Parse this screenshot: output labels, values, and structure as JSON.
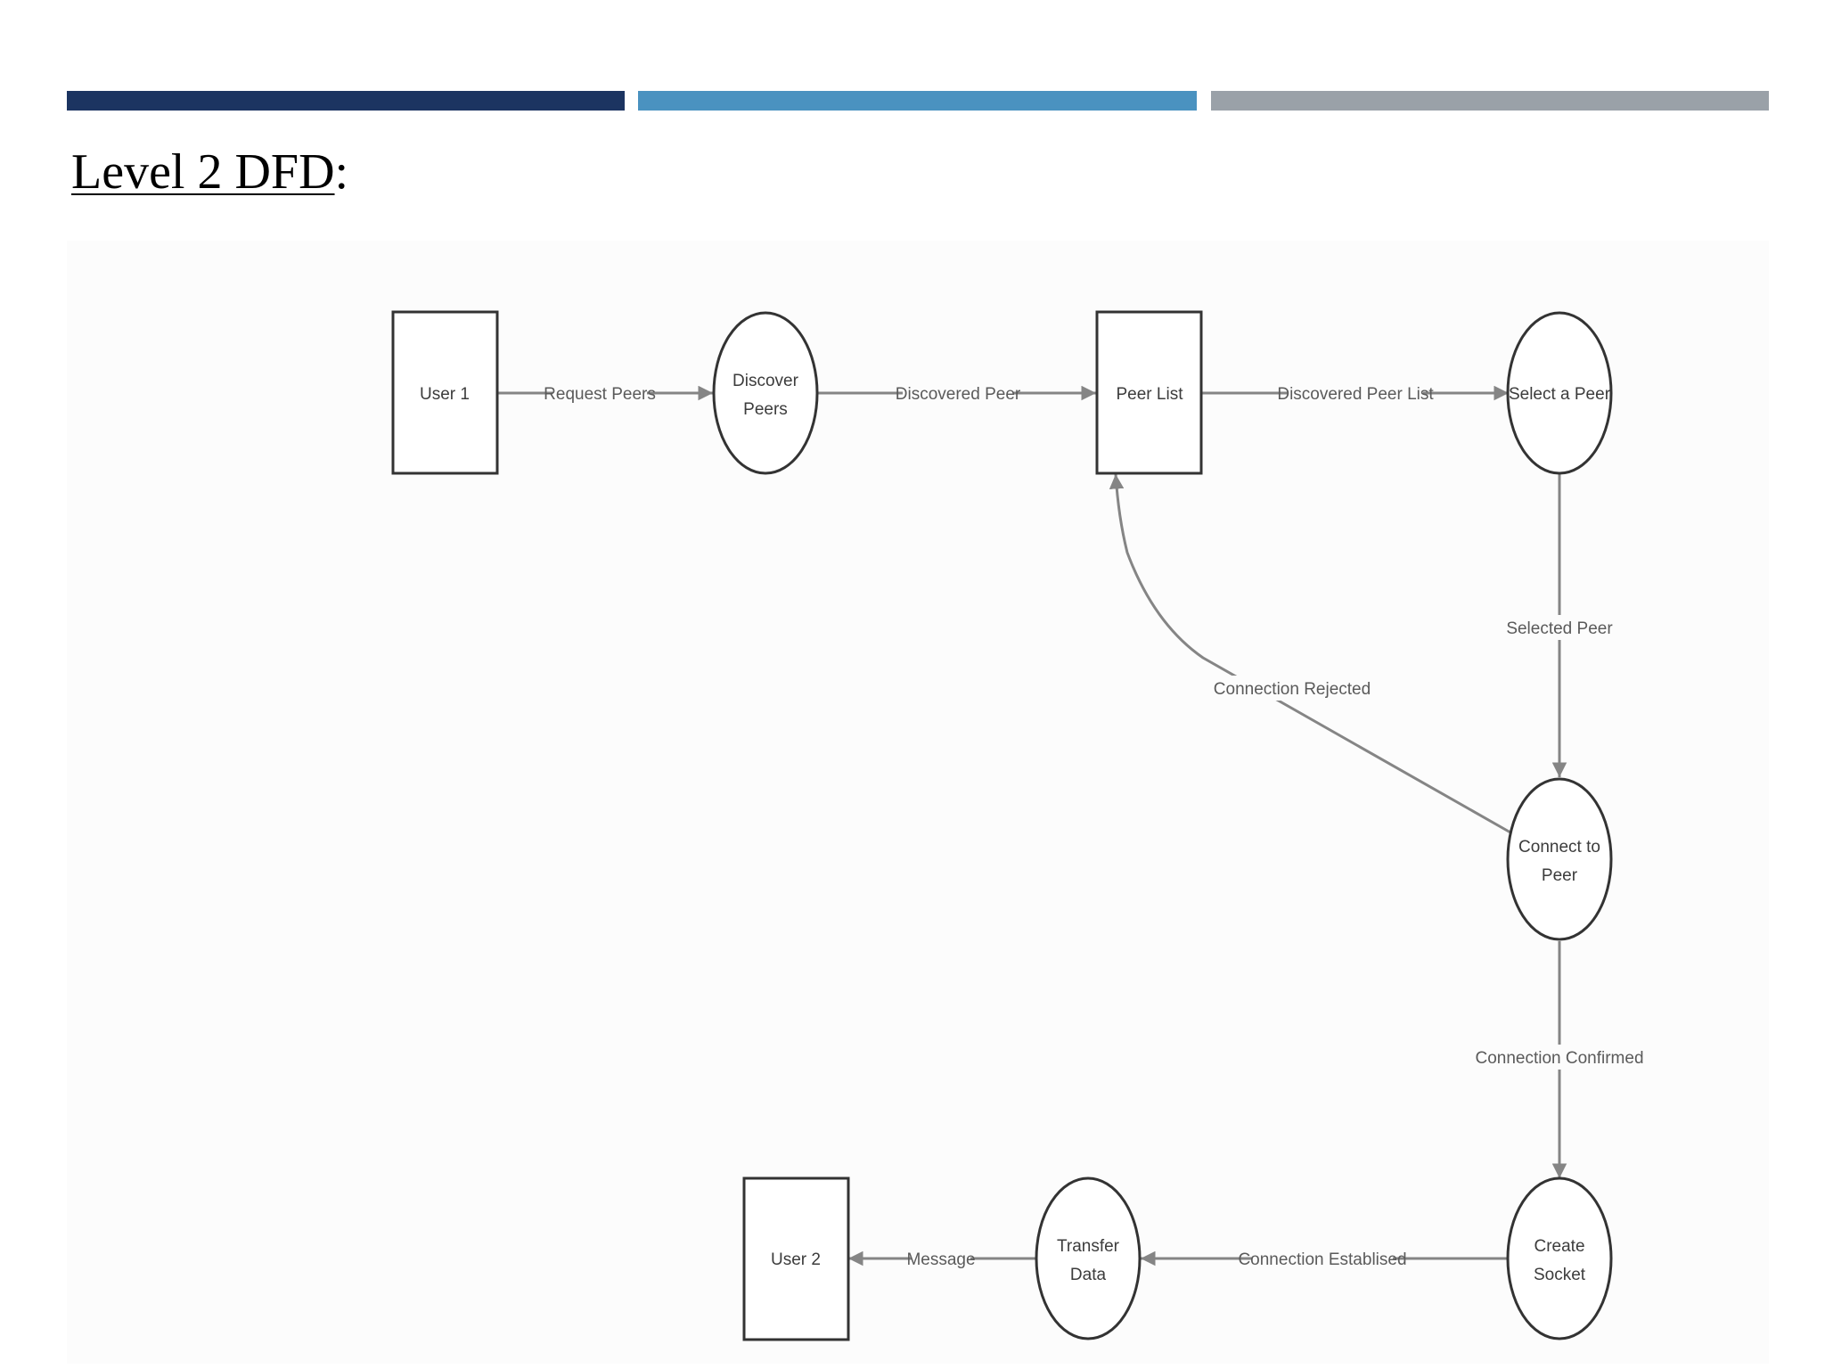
{
  "header": {
    "title": "Level 2 DFD",
    "title_suffix": ":",
    "bar_colors": [
      "#1c3461",
      "#4a92c0",
      "#9aa1a8"
    ]
  },
  "diagram": {
    "nodes": {
      "user1": "User 1",
      "discover_peers": [
        "Discover",
        "Peers"
      ],
      "peer_list": "Peer List",
      "select_peer": "Select a Peer",
      "connect_peer": [
        "Connect to",
        "Peer"
      ],
      "create_socket": [
        "Create",
        "Socket"
      ],
      "transfer_data": [
        "Transfer",
        "Data"
      ],
      "user2": "User 2"
    },
    "flows": {
      "request_peers": "Request Peers",
      "discovered_peer": "Discovered Peer",
      "discovered_peer_list": "Discovered Peer List",
      "selected_peer": "Selected Peer",
      "connection_rejected": "Connection Rejected",
      "connection_confirmed": "Connection Confirmed",
      "connection_established": "Connection Establised",
      "message": "Message"
    }
  }
}
